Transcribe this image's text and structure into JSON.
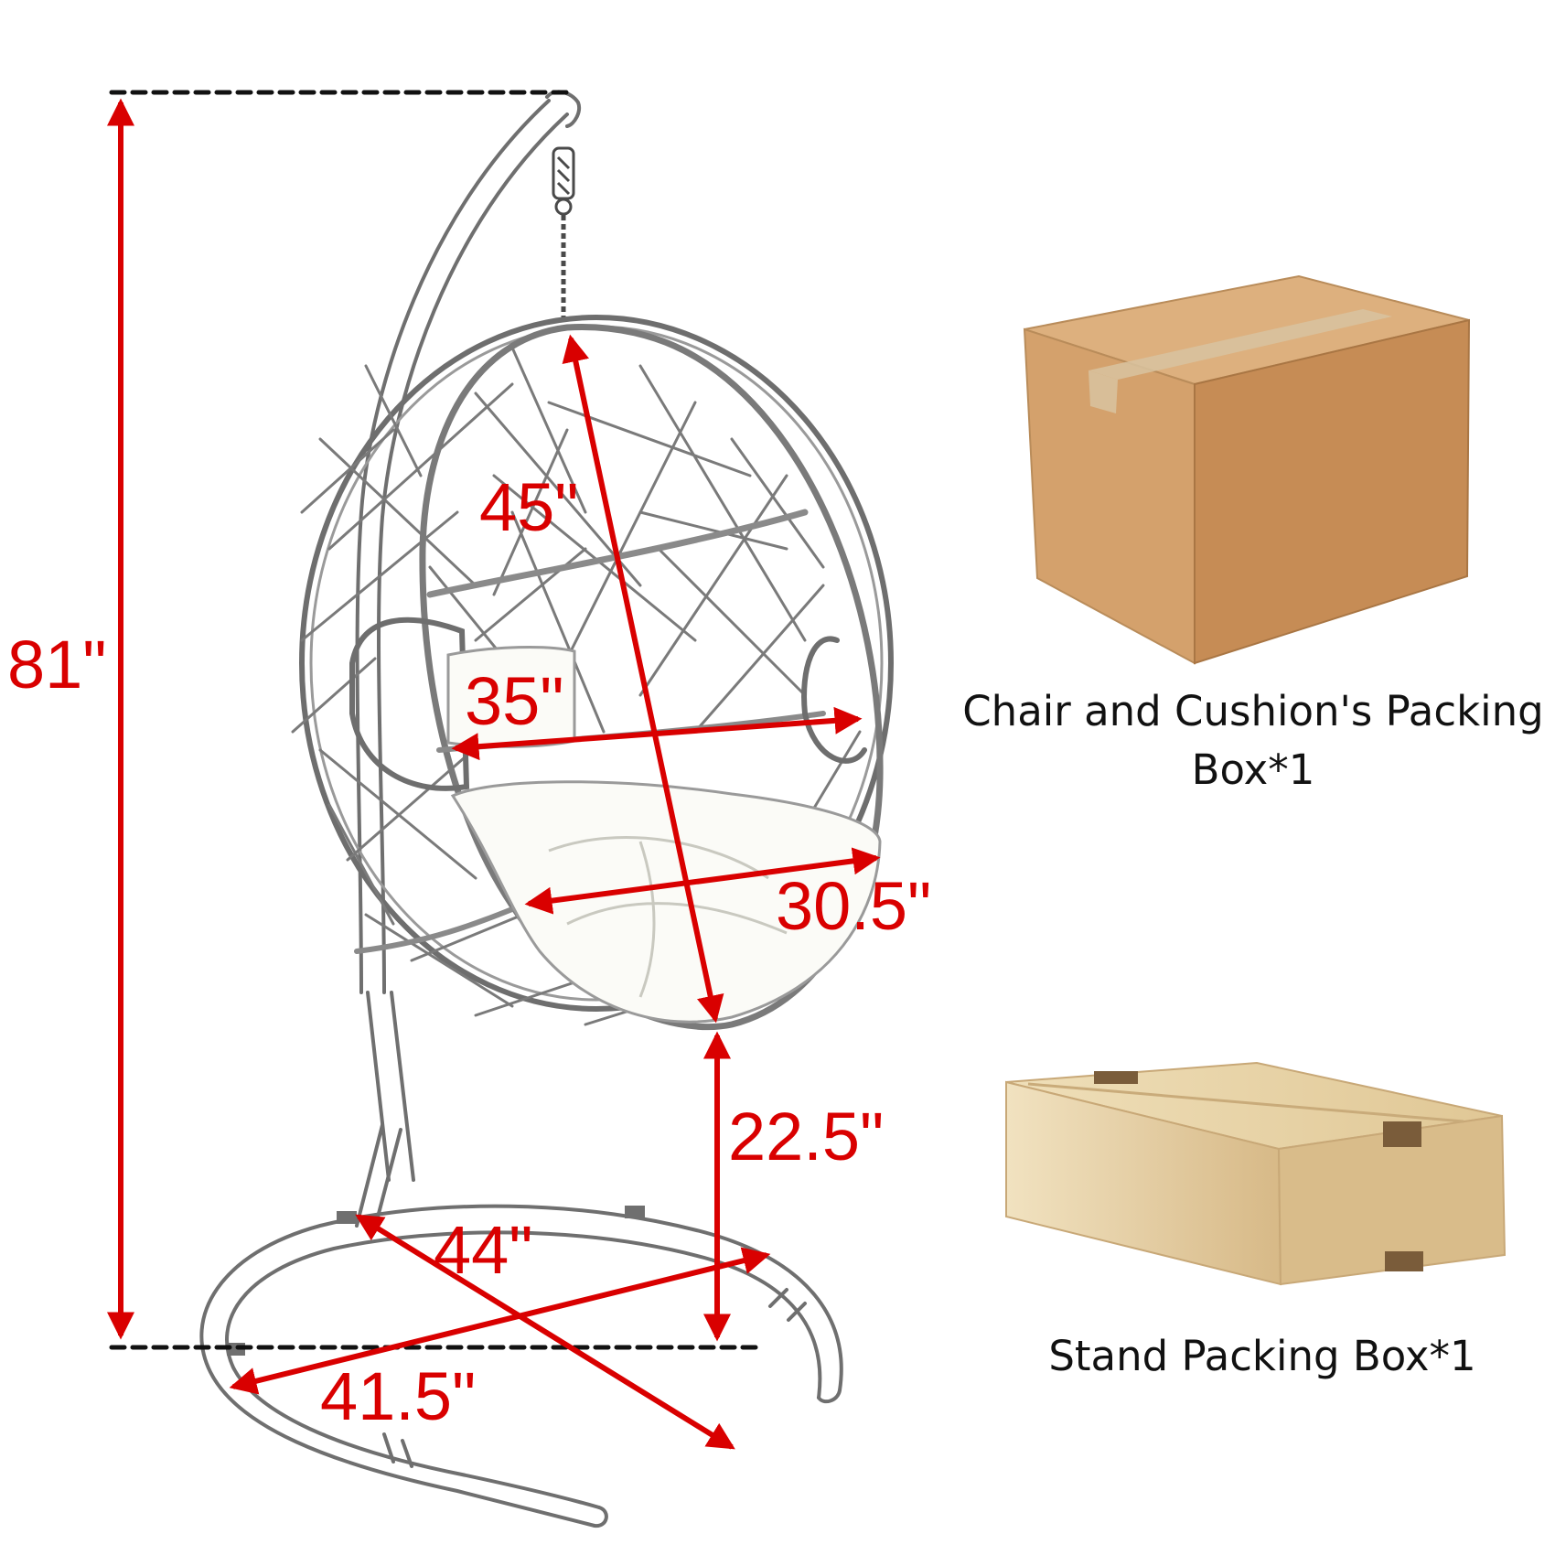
{
  "dimensions": {
    "total_height": "81\"",
    "egg_height": "45\"",
    "egg_width": "35\"",
    "seat_width": "30.5\"",
    "seat_clearance": "22.5\"",
    "base_length": "44\"",
    "base_width": "41.5\""
  },
  "boxes": {
    "chair_box": {
      "line1": "Chair and Cushion's Packing",
      "line2": "Box*1"
    },
    "stand_box": {
      "label": "Stand Packing Box*1"
    }
  },
  "colors": {
    "dimension": "#d90000",
    "line_art": "#6f6f6f",
    "cardboard_dark": "#c88f5a",
    "cardboard_light": "#e6cf9e"
  }
}
